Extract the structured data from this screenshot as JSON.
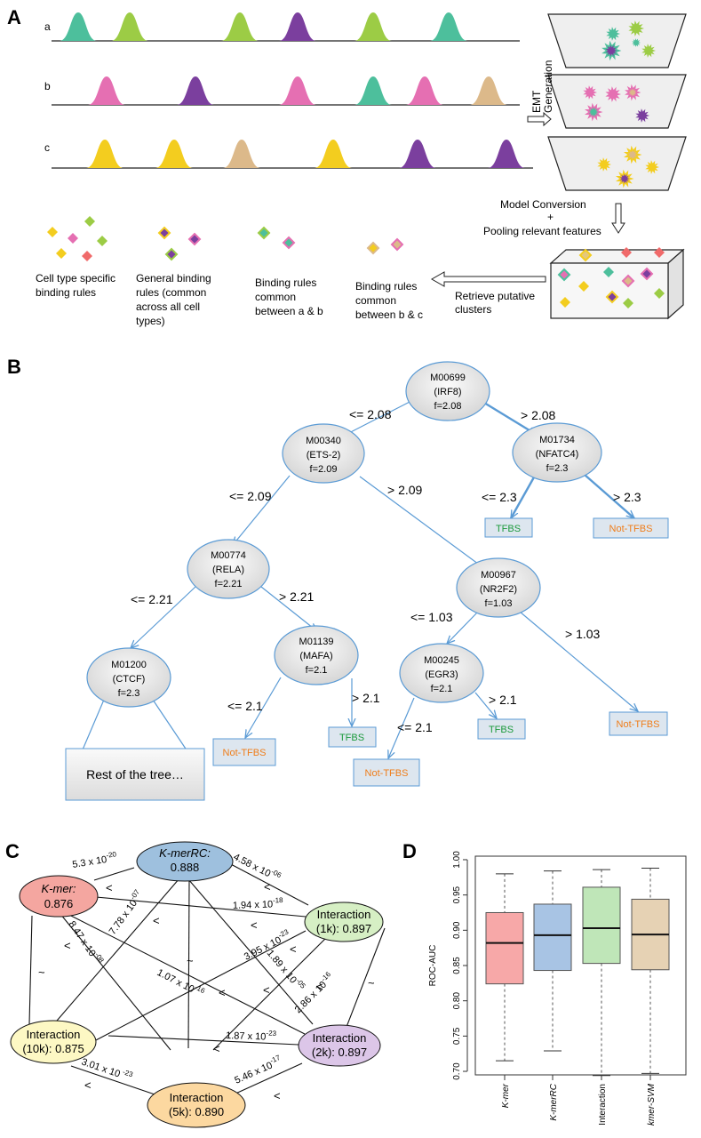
{
  "panelA": {
    "label": "A",
    "track_labels": [
      "a",
      "b",
      "c"
    ],
    "peak_colors": {
      "a": [
        "#4dbf9c",
        "#9ccc45",
        "#9ccc45",
        "#7b3f9e",
        "#9ccc45",
        "#4dbf9c"
      ],
      "b": [
        "#e56fb2",
        "#7b3f9e",
        "#e56fb2",
        "#4dbf9c",
        "#e56fb2",
        "#dcb98a"
      ],
      "c": [
        "#f3cd1f",
        "#f3cd1f",
        "#dcb98a",
        "#f3cd1f",
        "#7b3f9e",
        "#7b3f9e"
      ]
    },
    "emt_label_1": "EMT",
    "emt_label_2": "Generation",
    "model_conversion": "Model Conversion",
    "plus": "+",
    "pooling": "Pooling relevant features",
    "retrieve_1": "Retrieve putative",
    "retrieve_2": "clusters",
    "groups": [
      {
        "lines": [
          "Cell type specific",
          "binding rules"
        ]
      },
      {
        "lines": [
          "General binding",
          "rules (common",
          "across all cell",
          "types)"
        ]
      },
      {
        "lines": [
          "Binding rules",
          "common",
          "between a & b"
        ]
      },
      {
        "lines": [
          "Binding rules",
          "common",
          "between b & c"
        ]
      }
    ]
  },
  "panelB": {
    "label": "B",
    "nodes": {
      "irf8": {
        "l1": "M00699",
        "l2": "(IRF8)",
        "l3": "f=2.08"
      },
      "ets2": {
        "l1": "M00340",
        "l2": "(ETS-2)",
        "l3": "f=2.09"
      },
      "nfatc4": {
        "l1": "M01734",
        "l2": "(NFATC4)",
        "l3": "f=2.3"
      },
      "rela": {
        "l1": "M00774",
        "l2": "(RELA)",
        "l3": "f=2.21"
      },
      "nr2f2": {
        "l1": "M00967",
        "l2": "(NR2F2)",
        "l3": "f=1.03"
      },
      "ctcf": {
        "l1": "M01200",
        "l2": "(CTCF)",
        "l3": "f=2.3"
      },
      "mafa": {
        "l1": "M01139",
        "l2": "(MAFA)",
        "l3": "f=2.1"
      },
      "egr3": {
        "l1": "M00245",
        "l2": "(EGR3)",
        "l3": "f=2.1"
      }
    },
    "edges": {
      "irf8_ets2": "<= 2.08",
      "irf8_nfatc4": "> 2.08",
      "ets2_rela": "<= 2.09",
      "ets2_nr2f2": "> 2.09",
      "nfatc4_tfbs": "<= 2.3",
      "nfatc4_not": "> 2.3",
      "rela_ctcf": "<= 2.21",
      "rela_mafa": "> 2.21",
      "mafa_not": "<= 2.1",
      "mafa_tfbs": "> 2.1",
      "nr2f2_egr3": "<= 1.03",
      "nr2f2_not": "> 1.03",
      "egr3_not": "<= 2.1",
      "egr3_tfbs": "> 2.1"
    },
    "leaf_tfbs": "TFBS",
    "leaf_not": "Not-TFBS",
    "rest": "Rest of the tree…"
  },
  "panelC": {
    "label": "C",
    "nodes": {
      "kmerrc": {
        "name": "K-merRC:",
        "value": "0.888"
      },
      "kmer": {
        "name": "K-mer:",
        "value": "0.876"
      },
      "int1k": {
        "name": "Interaction",
        "value": "(1k): 0.897"
      },
      "int10k": {
        "name": "Interaction",
        "value": "(10k): 0.875"
      },
      "int2k": {
        "name": "Interaction",
        "value": "(2k): 0.897"
      },
      "int5k": {
        "name": "Interaction",
        "value": "(5k): 0.890"
      }
    },
    "pvalues": [
      {
        "base": "5.3 x 10",
        "exp": "-20"
      },
      {
        "base": "4.58 x 10",
        "exp": "-06"
      },
      {
        "base": "7.78 x 10",
        "exp": "-07"
      },
      {
        "base": "1.94 x 10",
        "exp": "-18"
      },
      {
        "base": "8.47 x 10",
        "exp": "-08"
      },
      {
        "base": "3.95 x 10",
        "exp": "-23"
      },
      {
        "base": "1.07 x 10",
        "exp": "-16"
      },
      {
        "base": "2.86 x 10",
        "exp": "-16"
      },
      {
        "base": "1.89 x 10",
        "exp": "-05"
      },
      {
        "base": "1.87 x 10",
        "exp": "-23"
      },
      {
        "base": "3.01 x 10",
        "exp": " -23"
      },
      {
        "base": "5.46 x 10",
        "exp": "-17"
      }
    ],
    "lt": "<",
    "approx": "~"
  },
  "panelD": {
    "label": "D"
  },
  "chart_data": {
    "type": "box",
    "ylabel": "ROC-AUC",
    "ylim": [
      0.695,
      1.005
    ],
    "yticks": [
      "0.70",
      "0.75",
      "0.80",
      "0.85",
      "0.90",
      "0.95",
      "1.00"
    ],
    "categories": [
      "K-mer",
      "K-merRC",
      "Interaction",
      "kmer-SVM"
    ],
    "colors": [
      "#f7a8a8",
      "#a8c4e4",
      "#bfe6b8",
      "#e6d2b4"
    ],
    "boxes": [
      {
        "min": 0.715,
        "q1": 0.824,
        "median": 0.882,
        "q3": 0.925,
        "max": 0.98
      },
      {
        "min": 0.729,
        "q1": 0.843,
        "median": 0.893,
        "q3": 0.937,
        "max": 0.984
      },
      {
        "min": 0.694,
        "q1": 0.853,
        "median": 0.903,
        "q3": 0.961,
        "max": 0.986
      },
      {
        "min": 0.697,
        "q1": 0.844,
        "median": 0.894,
        "q3": 0.944,
        "max": 0.988
      }
    ]
  }
}
